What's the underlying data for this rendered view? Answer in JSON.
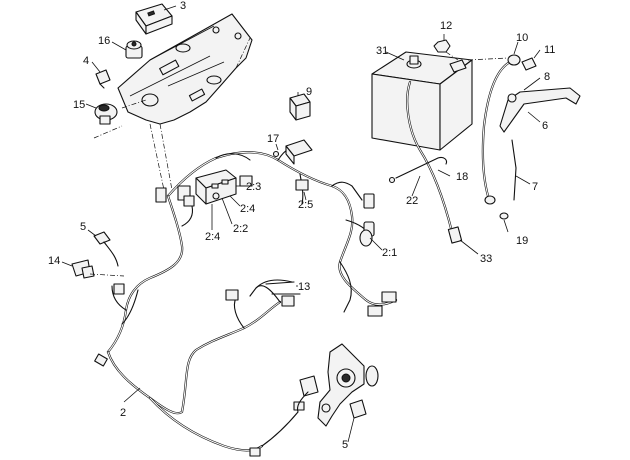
{
  "callouts": {
    "c3": "3",
    "c16": "16",
    "c4": "4",
    "c15": "15",
    "c9": "9",
    "c17": "17",
    "c2_3": "2:3",
    "c2_4a": "2:4",
    "c2_4b": "2:4",
    "c2_2": "2:2",
    "c2_5": "2:5",
    "c2_1": "2:1",
    "c5a": "5",
    "c14": "14",
    "c13": "13",
    "c2": "2",
    "c5b": "5",
    "c12": "12",
    "c31": "31",
    "c10": "10",
    "c11": "11",
    "c8": "8",
    "c6": "6",
    "c7": "7",
    "c18": "18",
    "c22": "22",
    "c19": "19",
    "c33": "33"
  }
}
